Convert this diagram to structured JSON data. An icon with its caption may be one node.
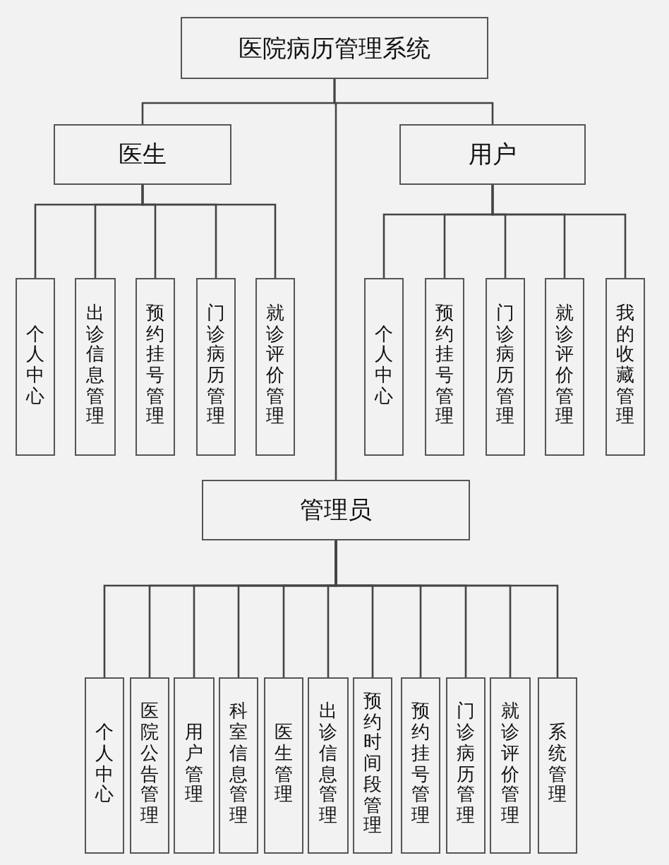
{
  "diagram": {
    "nodes": [
      {
        "text": [
          "医院病历管理系统"
        ]
      },
      {
        "text": [
          "医生"
        ]
      },
      {
        "text": [
          "用户"
        ]
      },
      {
        "text": [
          "个人中心"
        ]
      },
      {
        "text": [
          "出诊信息管理"
        ]
      },
      {
        "text": [
          "预约挂号管理"
        ]
      },
      {
        "text": [
          "门诊病历管理"
        ]
      },
      {
        "text": [
          "就诊评价管理"
        ]
      },
      {
        "text": [
          "个人中心"
        ]
      },
      {
        "text": [
          "预约挂号管理"
        ]
      },
      {
        "text": [
          "门诊病历管理"
        ]
      },
      {
        "text": [
          "就诊评价管理"
        ]
      },
      {
        "text": [
          "我的收藏管理"
        ]
      },
      {
        "text": [
          "管理员"
        ]
      },
      {
        "text": [
          "个人中心"
        ]
      },
      {
        "text": [
          "医院公告管理"
        ]
      },
      {
        "text": [
          "用户管理"
        ]
      },
      {
        "text": [
          "科室信息管理"
        ]
      },
      {
        "text": [
          "医生管理"
        ]
      },
      {
        "text": [
          "出诊信息管理"
        ]
      },
      {
        "text": [
          "预约时间段管理"
        ]
      },
      {
        "text": [
          "预约挂号管理"
        ]
      },
      {
        "text": [
          "门诊病历管理"
        ]
      },
      {
        "text": [
          "就诊评价管理"
        ]
      },
      {
        "text": [
          "系统管理"
        ]
      }
    ],
    "edges": [
      {
        "from": 0,
        "to": 1,
        "arrow": "none"
      },
      {
        "from": 0,
        "to": 2,
        "arrow": "none"
      },
      {
        "from": 0,
        "to": 13,
        "arrow": "none"
      },
      {
        "from": 1,
        "to": 3,
        "arrow": "none"
      },
      {
        "from": 1,
        "to": 4,
        "arrow": "none"
      },
      {
        "from": 1,
        "to": 5,
        "arrow": "none"
      },
      {
        "from": 1,
        "to": 6,
        "arrow": "none"
      },
      {
        "from": 1,
        "to": 7,
        "arrow": "none"
      },
      {
        "from": 2,
        "to": 8,
        "arrow": "none"
      },
      {
        "from": 2,
        "to": 9,
        "arrow": "none"
      },
      {
        "from": 2,
        "to": 10,
        "arrow": "none"
      },
      {
        "from": 2,
        "to": 11,
        "arrow": "none"
      },
      {
        "from": 2,
        "to": 12,
        "arrow": "none"
      },
      {
        "from": 13,
        "to": 14,
        "arrow": "none"
      },
      {
        "from": 13,
        "to": 15,
        "arrow": "none"
      },
      {
        "from": 13,
        "to": 16,
        "arrow": "none"
      },
      {
        "from": 13,
        "to": 17,
        "arrow": "none"
      },
      {
        "from": 13,
        "to": 18,
        "arrow": "none"
      },
      {
        "from": 13,
        "to": 19,
        "arrow": "none"
      },
      {
        "from": 13,
        "to": 20,
        "arrow": "none"
      },
      {
        "from": 13,
        "to": 21,
        "arrow": "none"
      },
      {
        "from": 13,
        "to": 22,
        "arrow": "none"
      },
      {
        "from": 13,
        "to": 23,
        "arrow": "none"
      },
      {
        "from": 13,
        "to": 24,
        "arrow": "none"
      }
    ]
  }
}
